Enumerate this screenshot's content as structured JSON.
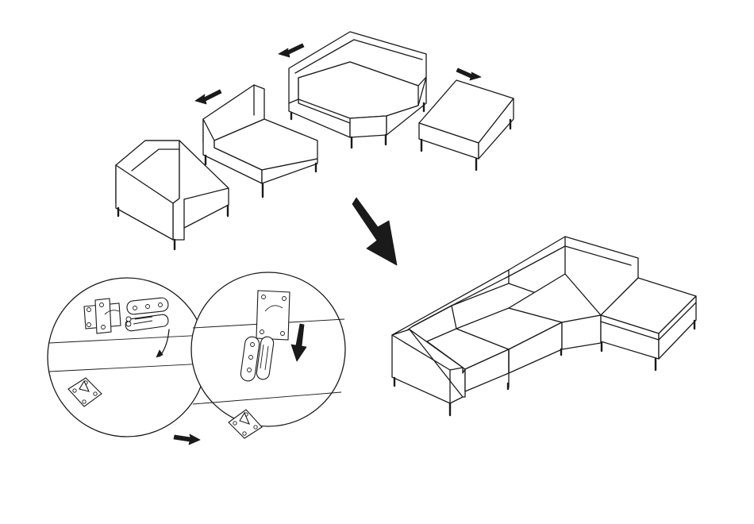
{
  "diagram": {
    "kind": "sofa-assembly-instructions",
    "steps": [
      "modules-separate",
      "connector-detail",
      "assembled-sofa"
    ],
    "line_color": "#1a1a1a",
    "background": "#ffffff",
    "modules": [
      "left-arm-module",
      "armless-module",
      "corner-module",
      "ottoman-module"
    ],
    "icons": {
      "move_left": "arrow-left-icon",
      "move_right": "arrow-right-icon",
      "big_down": "arrow-down-icon",
      "slide_down": "arrow-slide-icon",
      "rotate": "curved-arrow-icon"
    }
  }
}
